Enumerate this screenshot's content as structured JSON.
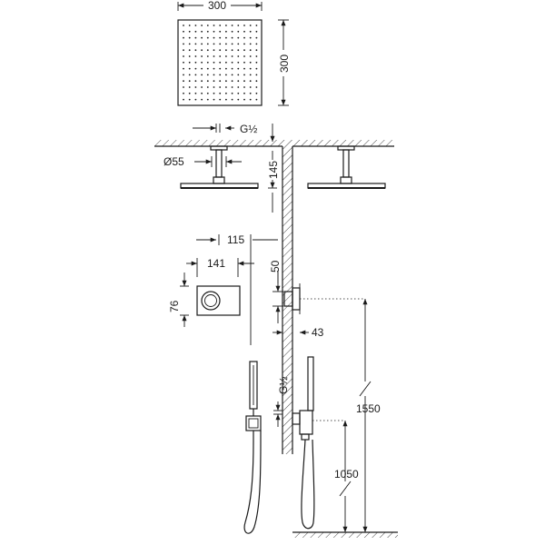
{
  "labels": {
    "head_width": "300",
    "head_height": "300",
    "inlet_thread": "G½",
    "arm_diameter": "Ø55",
    "arm_drop": "145",
    "mixer_offset": "115",
    "mixer_width": "141",
    "mixer_height": "76",
    "mixer_above_50": "50",
    "mixer_depth": "43",
    "outlet_thread": "G½",
    "mixer_height_floor": "1550",
    "outlet_height_floor": "1050"
  }
}
